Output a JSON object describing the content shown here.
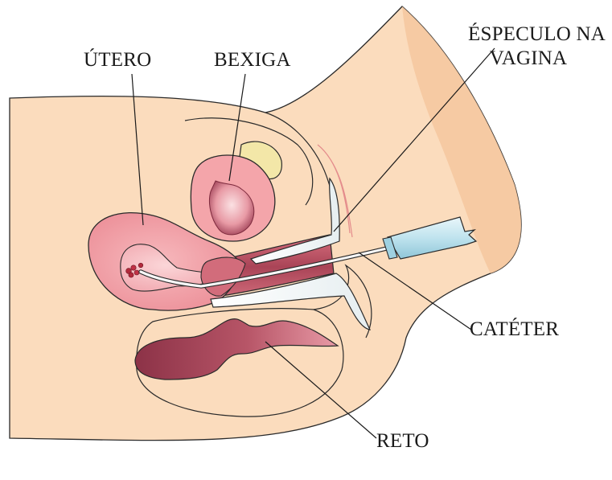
{
  "labels": {
    "utero": "ÚTERO",
    "bexiga": "BEXIGA",
    "especulo_line1": "ÉSPECULO NA",
    "especulo_line2": "VAGINA",
    "cateter": "CATÉTER",
    "reto": "RETO"
  },
  "colors": {
    "skin": "#fbdcbd",
    "skin_shadow": "#f4c79f",
    "pink": "#f4a5aa",
    "pink_dark": "#e37d86",
    "maroon": "#a94457",
    "maroon_dark": "#7d2a3d",
    "bone": "#f3e7a8",
    "catheter_blue": "#bfe3ee",
    "outline": "#2a2a2a"
  }
}
